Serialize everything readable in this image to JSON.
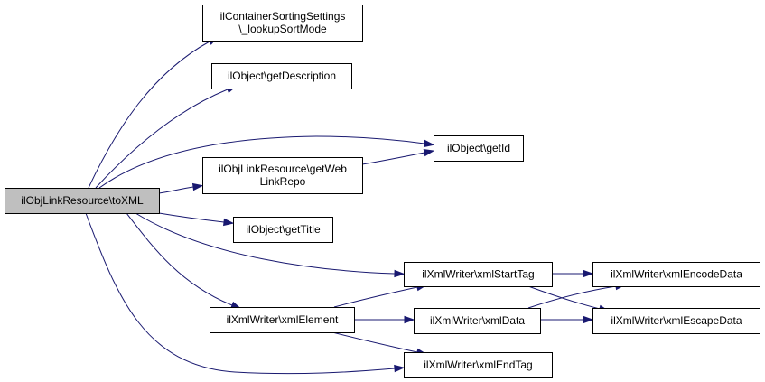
{
  "colors": {
    "edge": "#191970",
    "node_fill": "#ffffff",
    "root_fill": "#bfbfbf",
    "border": "#000000"
  },
  "nodes": {
    "root": {
      "lines": [
        "ilObjLinkResource\\toXML"
      ],
      "root": true
    },
    "lookupSortMode": {
      "lines": [
        "ilContainerSortingSettings",
        "\\_lookupSortMode"
      ]
    },
    "getDescription": {
      "lines": [
        "ilObject\\getDescription"
      ]
    },
    "getId": {
      "lines": [
        "ilObject\\getId"
      ]
    },
    "getWebLinkRepo": {
      "lines": [
        "ilObjLinkResource\\getWeb",
        "LinkRepo"
      ]
    },
    "getTitle": {
      "lines": [
        "ilObject\\getTitle"
      ]
    },
    "xmlStartTag": {
      "lines": [
        "ilXmlWriter\\xmlStartTag"
      ]
    },
    "xmlElement": {
      "lines": [
        "ilXmlWriter\\xmlElement"
      ]
    },
    "xmlData": {
      "lines": [
        "ilXmlWriter\\xmlData"
      ]
    },
    "xmlEndTag": {
      "lines": [
        "ilXmlWriter\\xmlEndTag"
      ]
    },
    "xmlEncodeData": {
      "lines": [
        "ilXmlWriter\\xmlEncodeData"
      ]
    },
    "xmlEscapeData": {
      "lines": [
        "ilXmlWriter\\xmlEscapeData"
      ]
    }
  },
  "edges": [
    {
      "from": "root",
      "to": "lookupSortMode"
    },
    {
      "from": "root",
      "to": "getDescription"
    },
    {
      "from": "root",
      "to": "getId"
    },
    {
      "from": "root",
      "to": "getWebLinkRepo"
    },
    {
      "from": "root",
      "to": "getTitle"
    },
    {
      "from": "root",
      "to": "xmlStartTag"
    },
    {
      "from": "root",
      "to": "xmlElement"
    },
    {
      "from": "root",
      "to": "xmlEndTag"
    },
    {
      "from": "getWebLinkRepo",
      "to": "getId"
    },
    {
      "from": "xmlStartTag",
      "to": "xmlEncodeData"
    },
    {
      "from": "xmlStartTag",
      "to": "xmlEscapeData"
    },
    {
      "from": "xmlElement",
      "to": "xmlStartTag"
    },
    {
      "from": "xmlElement",
      "to": "xmlData"
    },
    {
      "from": "xmlElement",
      "to": "xmlEndTag"
    },
    {
      "from": "xmlData",
      "to": "xmlEncodeData"
    },
    {
      "from": "xmlData",
      "to": "xmlEscapeData"
    }
  ]
}
